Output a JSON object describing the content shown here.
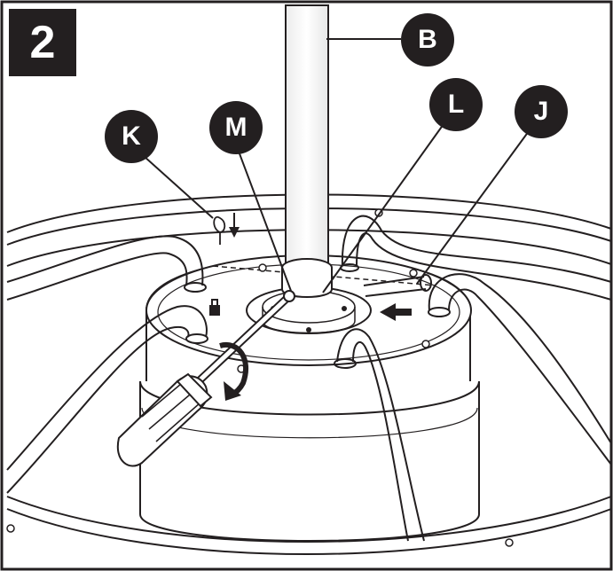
{
  "step": {
    "number": "2"
  },
  "callouts": {
    "B": "B",
    "K": "K",
    "M": "M",
    "L": "L",
    "J": "J"
  },
  "colors": {
    "ink": "#231f20",
    "paper": "#ffffff",
    "shade": "#f2f2f2"
  }
}
